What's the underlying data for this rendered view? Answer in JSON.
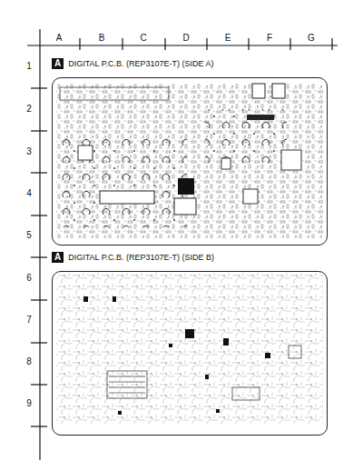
{
  "diagram": {
    "nodes": [
      {
        "text": [
          "A",
          "DIGITAL P.C.B. (REP3107E-T) (SIDE A)"
        ]
      },
      {
        "text": [
          "A",
          "DIGITAL P.C.B. (REP3107E-T) (SIDE B)"
        ]
      }
    ],
    "labels": [
      "A",
      "B",
      "C",
      "D",
      "E",
      "F",
      "G",
      "1",
      "2",
      "3",
      "4",
      "5",
      "6",
      "7",
      "8",
      "9"
    ]
  }
}
